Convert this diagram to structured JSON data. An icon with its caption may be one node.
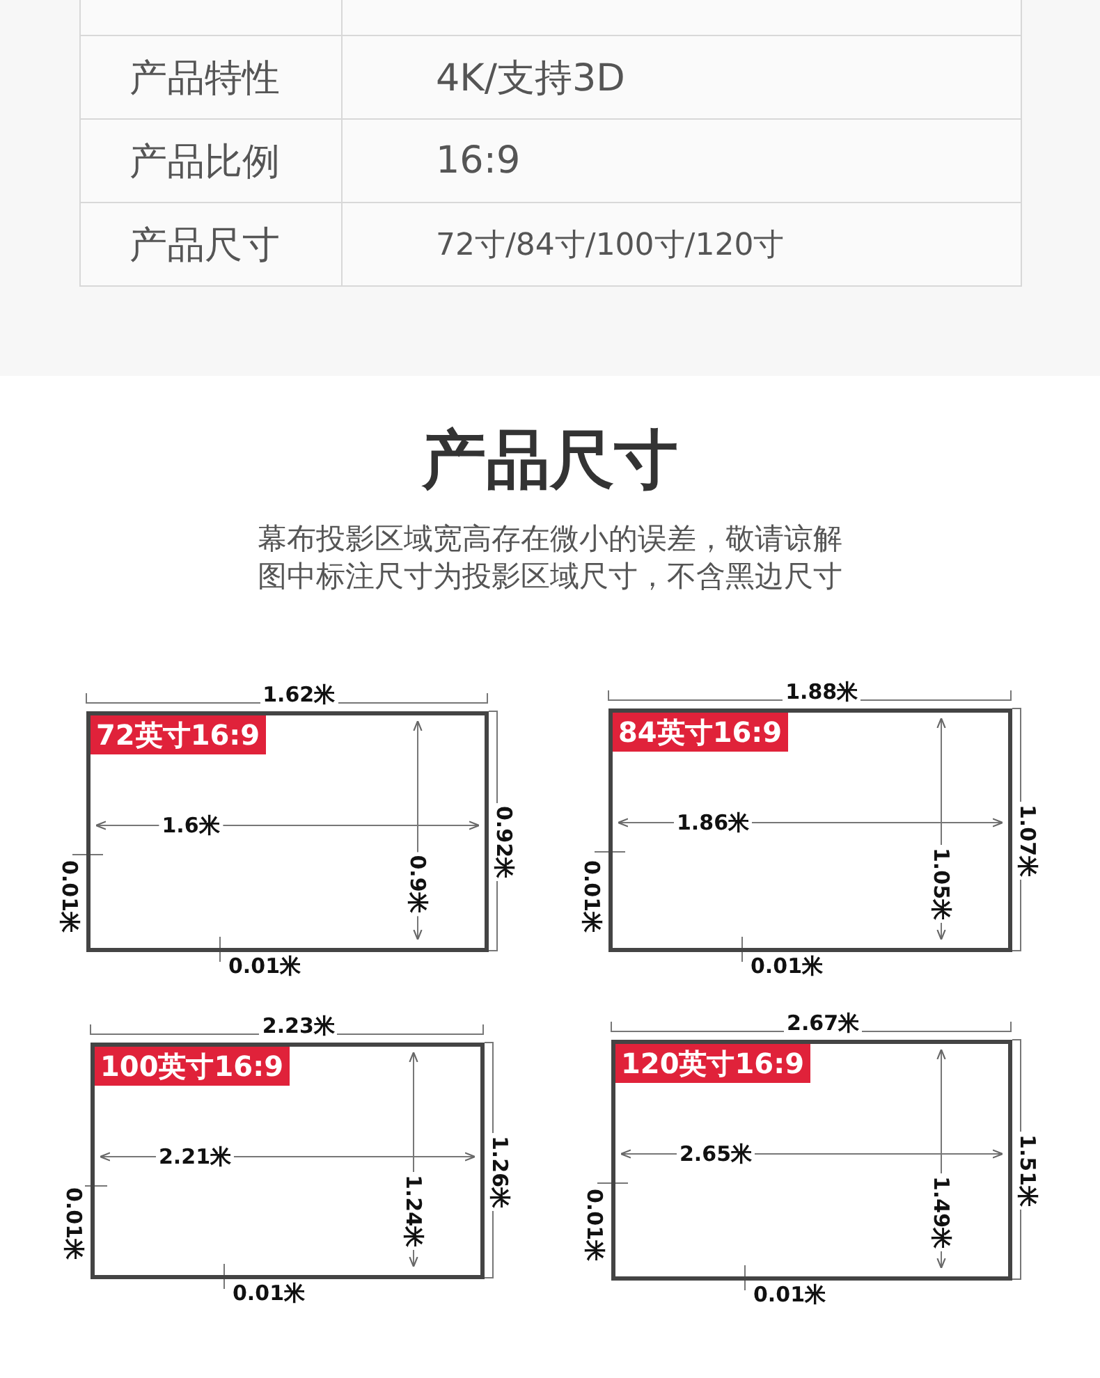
{
  "diagram": {
    "title": "产品尺寸",
    "nodes": [
      {
        "text": [],
        "shape": "box"
      },
      {
        "text": [
          "72英寸16:9"
        ],
        "in": 0
      },
      {
        "text": [],
        "shape": "box"
      },
      {
        "text": [
          "84英寸16:9"
        ],
        "in": 2
      },
      {
        "text": [],
        "shape": "box"
      },
      {
        "text": [
          "100英寸16:9"
        ],
        "in": 4
      },
      {
        "text": [],
        "shape": "box"
      },
      {
        "text": [
          "120英寸16:9"
        ],
        "in": 6
      }
    ],
    "labels": [
      "产品特性",
      "4K/支持3D",
      "产品比例",
      "16:9",
      "产品尺寸",
      "72寸/84寸/100寸/120寸",
      "幕布投影区域宽高存在微小的误差，敬请谅解",
      "图中标注尺寸为投影区域尺寸，不含黑边尺寸",
      "1.62米",
      "1.6米",
      "0.92米",
      "0.9米",
      "0.01米",
      "0.01米",
      "1.88米",
      "1.86米",
      "1.07米",
      "1.05米",
      "0.01米",
      "0.01米",
      "2.23米",
      "2.21米",
      "1.26米",
      "1.24米",
      "0.01米",
      "0.01米",
      "2.67米",
      "2.65米",
      "1.51米",
      "1.49米",
      "0.01米",
      "0.01米"
    ]
  }
}
